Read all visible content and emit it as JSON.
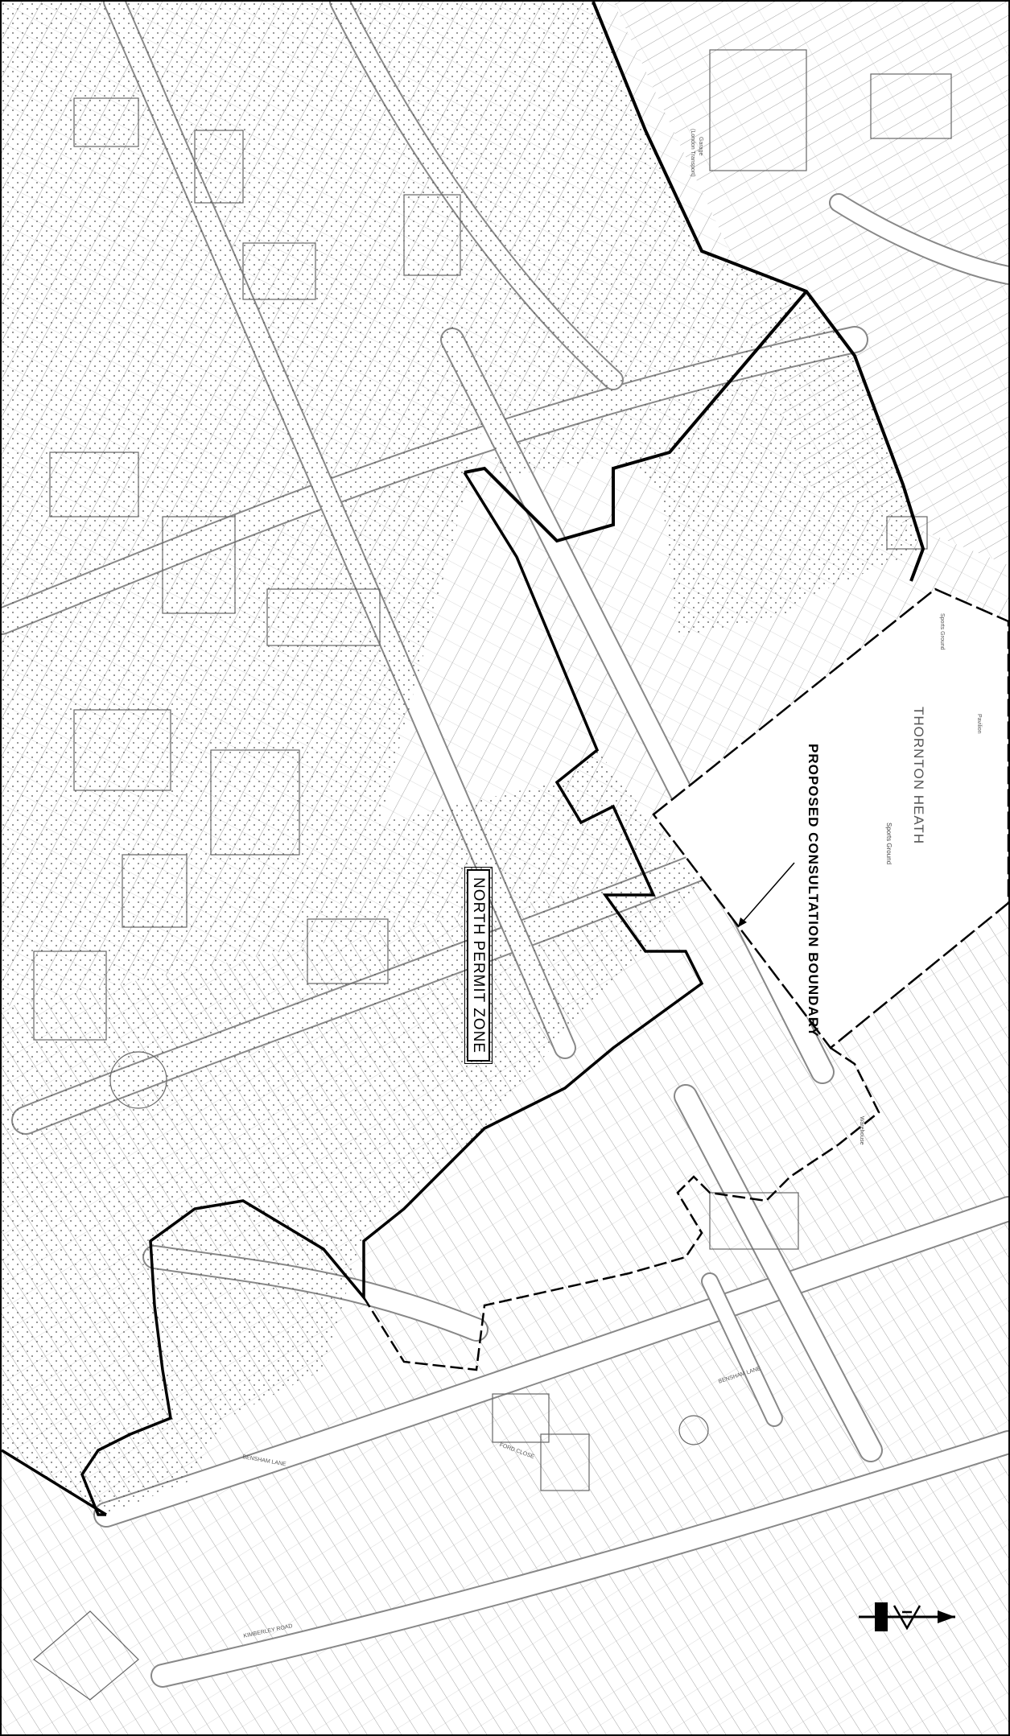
{
  "map": {
    "zone_label": "NORTH PERMIT ZONE",
    "consultation_label_1": "PROPOSED",
    "consultation_label_2": "CONSULTATION",
    "consultation_label_3": "BOUNDARY",
    "ground_name": "THORNTON HEATH",
    "ground_subtitle": "Sports Ground",
    "streets": {
      "ford_close": "FORD CLOSE",
      "bensham_lane_1": "BENSHAM LANE",
      "bensham_lane_2": "BENSHAM LANE",
      "kimberley_road": "KIMBERLEY ROAD",
      "garage": "Garage",
      "garage_sub": "(London Transport)",
      "sports_ground": "Sports Ground",
      "pavilion": "Pavilion",
      "warehouse": "Warehouse"
    },
    "icons": {
      "north_arrow": "north-arrow-icon"
    },
    "colors": {
      "ink": "#000000",
      "line": "#777777",
      "stipple": "#444444",
      "background": "#ffffff"
    }
  }
}
